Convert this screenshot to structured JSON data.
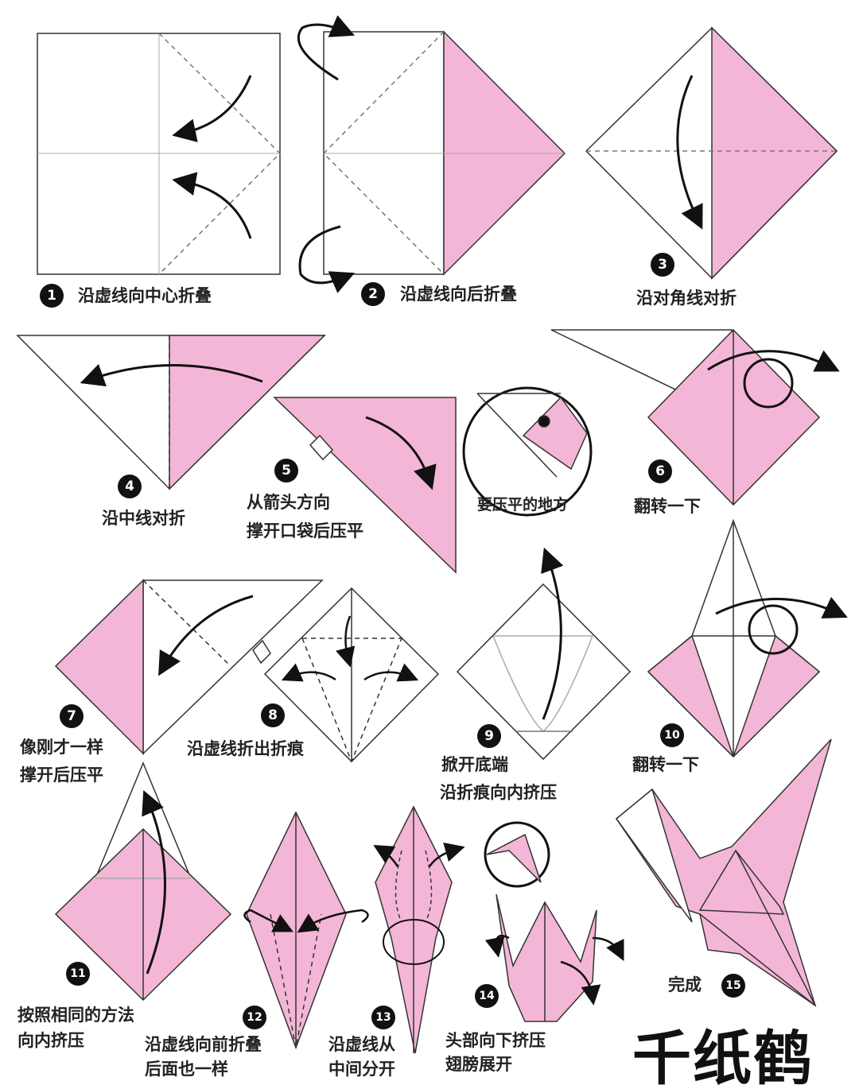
{
  "title": "千纸鹤",
  "colors": {
    "paper_pink": "#f4b6d6",
    "line": "#333333",
    "crease": "#999999"
  },
  "steps": [
    {
      "number": "1",
      "lines": [
        "沿虚线向中心折叠"
      ]
    },
    {
      "number": "2",
      "lines": [
        "沿虚线向后折叠"
      ]
    },
    {
      "number": "3",
      "lines": [
        "沿对角线对折"
      ]
    },
    {
      "number": "4",
      "lines": [
        "沿中线对折"
      ]
    },
    {
      "number": "5",
      "lines": [
        "从箭头方向",
        "撑开口袋后压平"
      ]
    },
    {
      "number": "6",
      "lines": [
        "翻转一下"
      ]
    },
    {
      "number": "7",
      "lines": [
        "像刚才一样",
        "撑开后压平"
      ]
    },
    {
      "number": "8",
      "lines": [
        "沿虚线折出折痕"
      ]
    },
    {
      "number": "9",
      "lines": [
        "掀开底端",
        "沿折痕向内挤压"
      ]
    },
    {
      "number": "10",
      "lines": [
        "翻转一下"
      ]
    },
    {
      "number": "11",
      "lines": [
        "按照相同的方法",
        "向内挤压"
      ]
    },
    {
      "number": "12",
      "lines": [
        "沿虚线向前折叠",
        "后面也一样"
      ]
    },
    {
      "number": "13",
      "lines": [
        "沿虚线从",
        "中间分开"
      ]
    },
    {
      "number": "14",
      "lines": [
        "头部向下挤压",
        "翅膀展开"
      ]
    },
    {
      "number": "15",
      "lines": [
        "完成"
      ]
    }
  ],
  "callout": "要压平的地方"
}
